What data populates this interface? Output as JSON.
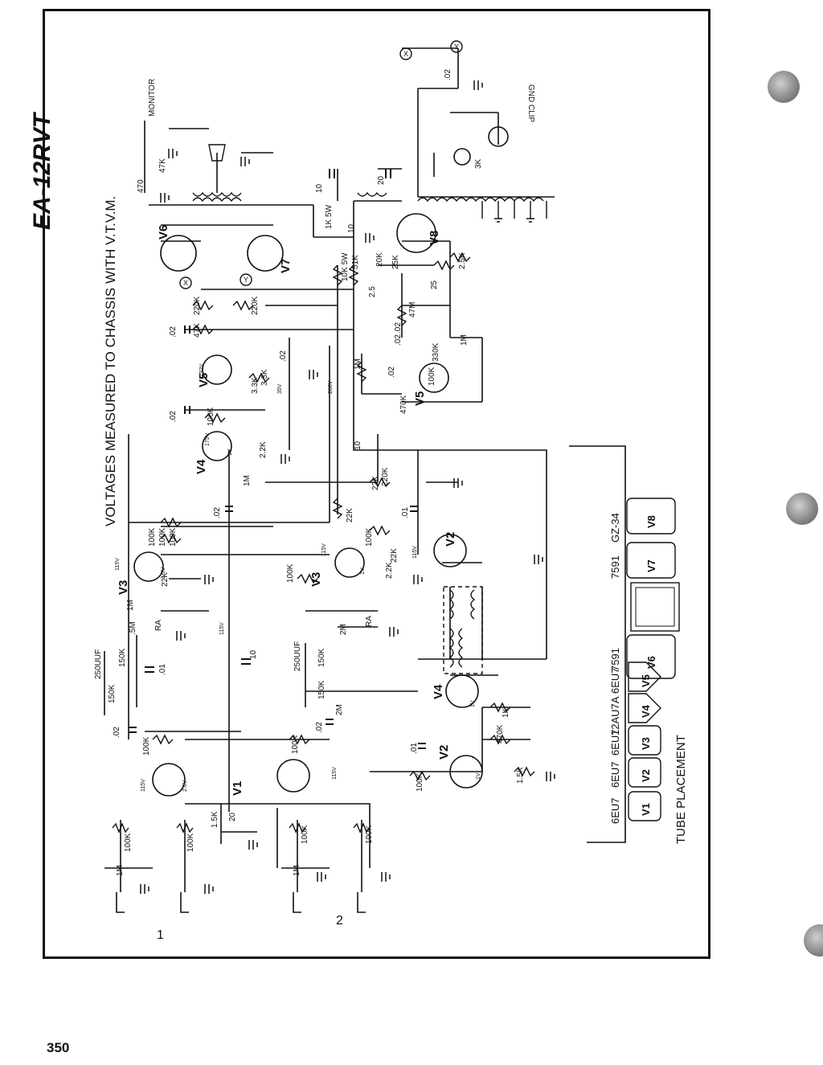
{
  "title": "EA-12RVT",
  "subtitle": "VOLTAGES MEASURED TO CHASSIS WITH V.T.V.M.",
  "page_number": "350",
  "inputs": [
    "1",
    "2"
  ],
  "terminals": {
    "x": "X",
    "y": "Y",
    "monitor": "MONITOR",
    "gnd_clip": "GND CLIP"
  },
  "tubes": [
    {
      "label": "V1"
    },
    {
      "label": "V2"
    },
    {
      "label": "V3"
    },
    {
      "label": "V4"
    },
    {
      "label": "V5"
    },
    {
      "label": "V6"
    },
    {
      "label": "V7"
    },
    {
      "label": "V8"
    }
  ],
  "components": [
    "100K",
    "100K",
    "1M",
    "1M",
    "100K",
    "100K",
    "1.5K",
    "20",
    "100K",
    "100K",
    ".02",
    "150K",
    "150K",
    "250UUF",
    ".02",
    "150K",
    "150K",
    "250UUF",
    ".5M",
    "1M",
    "2M",
    "2M",
    ".01",
    "RA",
    "RA",
    "22K",
    "22K",
    "2.2K",
    "100K",
    "100K",
    "100K",
    "100K",
    "100K",
    ".02",
    "10",
    "10",
    "22K",
    "1M",
    "2.2K",
    "100K",
    ".02",
    ".01",
    "470K",
    "1K",
    "1.5K",
    "100K",
    "22K",
    ".01",
    "220K",
    "3.3K",
    "3.3K",
    "100K",
    ".02",
    ".02",
    "47K",
    "220K",
    "220K",
    "10",
    "10",
    "20",
    "25",
    "2.5",
    "47M",
    "1K 5W",
    "10K 5W",
    "51K",
    "25K",
    "20K",
    "2.5K",
    "330K",
    "470K",
    "1M",
    ".02",
    ".02",
    ".02",
    "1M",
    "470",
    "47K",
    ".02",
    "3K"
  ],
  "voltages": [
    "115V",
    "115V",
    "115V",
    "115V",
    "115V",
    "175V",
    "2.6V",
    "1.5V",
    "1V",
    "1V",
    "1V",
    "1V",
    "32V",
    "35V",
    "260V",
    "115V"
  ],
  "tube_placement": {
    "title": "TUBE PLACEMENT",
    "slots": [
      {
        "tube": "V1",
        "type": "6EU7"
      },
      {
        "tube": "V2",
        "type": "6EU7"
      },
      {
        "tube": "V3",
        "type": "6EU7"
      },
      {
        "tube": "V4",
        "type": "12AU7A"
      },
      {
        "tube": "V5",
        "type": "6EU7"
      },
      {
        "tube": "V6",
        "type": "7591"
      },
      {
        "tube": "V7",
        "type": "7591"
      },
      {
        "tube": "V8",
        "type": "GZ-34"
      }
    ]
  }
}
